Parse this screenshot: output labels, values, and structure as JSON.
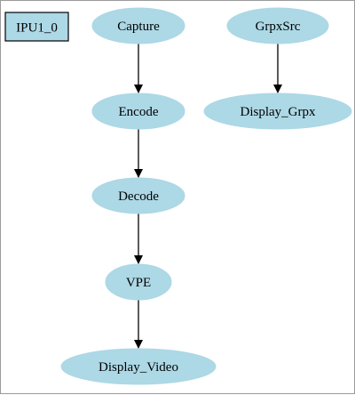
{
  "diagram": {
    "colors": {
      "node_fill": "#add8e6",
      "edge": "#000000",
      "cluster_fill": "#add8e6",
      "cluster_border": "#000000"
    },
    "cluster_label": "IPU1_0",
    "nodes": [
      {
        "id": "capture",
        "label": "Capture"
      },
      {
        "id": "encode",
        "label": "Encode"
      },
      {
        "id": "decode",
        "label": "Decode"
      },
      {
        "id": "vpe",
        "label": "VPE"
      },
      {
        "id": "display-video",
        "label": "Display_Video"
      },
      {
        "id": "grpxsrc",
        "label": "GrpxSrc"
      },
      {
        "id": "display-grpx",
        "label": "Display_Grpx"
      }
    ],
    "edges": [
      {
        "from": "capture",
        "to": "encode"
      },
      {
        "from": "encode",
        "to": "decode"
      },
      {
        "from": "decode",
        "to": "vpe"
      },
      {
        "from": "vpe",
        "to": "display-video"
      },
      {
        "from": "grpxsrc",
        "to": "display-grpx"
      }
    ]
  }
}
